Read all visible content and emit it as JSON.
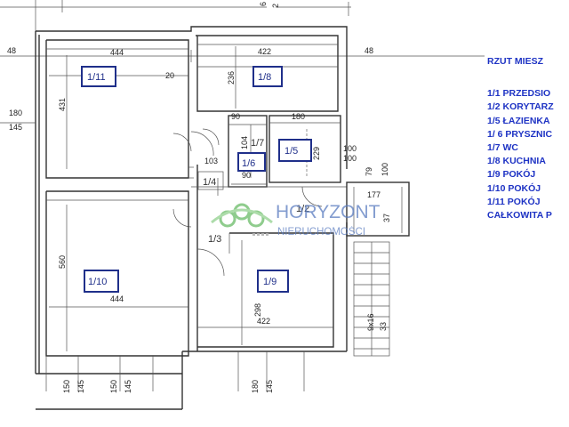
{
  "legend": {
    "title": "RZUT MIESZ",
    "items": [
      "1/1 PRZEDSIO",
      "1/2 KORYTARZ",
      "1/5 ŁAZIENKA",
      "1/ 6 PRYSZNIC",
      "1/7 WC",
      "1/8 KUCHNIA",
      "1/9 POKÓJ",
      "1/10 POKÓJ",
      "1/11 POKÓJ",
      " CAŁKOWITA P"
    ]
  },
  "rooms": {
    "r111": "1/11",
    "r18": "1/8",
    "r15": "1/5",
    "r16": "1/6",
    "r17": "1/7",
    "r14": "1/4",
    "r13": "1/3",
    "r110": "1/10",
    "r19": "1/9",
    "r12": "1/2"
  },
  "dimensions": {
    "top_left": "48",
    "top_right": "48",
    "top_cut": "6",
    "top_cut2": "2",
    "w444_top": "444",
    "w422_top": "422",
    "h431": "431",
    "d20": "20",
    "h236": "236",
    "w90_a": "90",
    "w180_bath": "180",
    "h104": "104",
    "h229": "229",
    "w90_b": "90",
    "w103": "103",
    "h560": "560",
    "w444_bot": "444",
    "h298": "298",
    "w422_bot": "422",
    "s100_a": "100",
    "s100_b": "100",
    "s79": "79",
    "s177": "177",
    "s37": "37",
    "s9x16": "9x16",
    "s33": "33",
    "left180": "180",
    "left145": "145",
    "b150_a": "150",
    "b145_a": "145",
    "b150_b": "150",
    "b145_b": "145",
    "b180": "180",
    "b145_c": "145"
  },
  "watermark": {
    "line1": "HORYZONT",
    "line2": "NIERUCHOMOŚCI"
  },
  "colors": {
    "legend_text": "#1e33c4",
    "room_box": "#1f2f8a",
    "wall": "#333333",
    "watermark_green": "#7cc47a",
    "watermark_blue": "#5a7cc0"
  }
}
